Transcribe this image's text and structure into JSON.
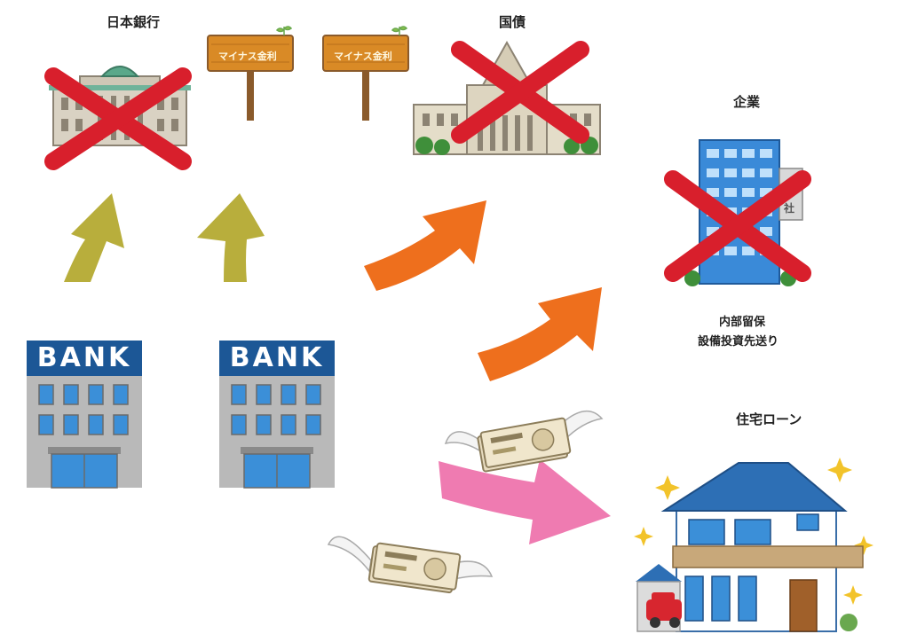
{
  "labels": {
    "boj": "日本銀行",
    "jgb": "国債",
    "corp": "企業",
    "housing": "住宅ローン",
    "corp_note_1": "内部留保",
    "corp_note_2": "設備投資先送り"
  },
  "signs": {
    "sign1": "マイナス金利",
    "sign2": "マイナス金利"
  },
  "banks": {
    "bank1": "BANK",
    "bank2": "BANK"
  },
  "building_sign": "社",
  "colors": {
    "cross": "#d81f2c",
    "olive_arrow": "#b8ae3c",
    "orange_arrow": "#ee6f1d",
    "pink_arrow": "#ef7bb1",
    "bank_blue": "#1c5796",
    "sign_wood": "#d98a26"
  }
}
